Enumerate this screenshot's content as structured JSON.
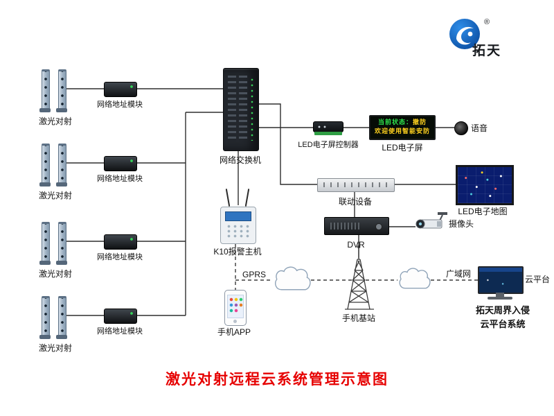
{
  "logo": {
    "brand": "拓天",
    "reg": "®"
  },
  "title": "激光对射远程云系统管理示意图",
  "colors": {
    "title_red": "#e60000",
    "logo_blue": "#1668c7",
    "led_green": "#2fe44d",
    "led_yellow": "#ffd21f",
    "map_blue": "#0a1d6e"
  },
  "laser_pairs": [
    {
      "label": "激光对射"
    },
    {
      "label": "激光对射"
    },
    {
      "label": "激光对射"
    },
    {
      "label": "激光对射"
    }
  ],
  "modules": [
    {
      "label": "网络地址模块"
    },
    {
      "label": "网络地址模块"
    },
    {
      "label": "网络地址模块"
    },
    {
      "label": "网络地址模块"
    }
  ],
  "switch": {
    "label": "网络交换机"
  },
  "led_controller": {
    "label": "LED电子屏控制器"
  },
  "led_screen": {
    "label": "LED电子屏",
    "display_line1_prefix": "当前状态：",
    "display_line1_status": "撤防",
    "display_line2": "欢迎使用智能安防"
  },
  "voice": {
    "label": "语音"
  },
  "linkage": {
    "label": "联动设备"
  },
  "led_map": {
    "label": "LED电子地图"
  },
  "dvr": {
    "label": "DVR"
  },
  "camera": {
    "label": "摄像头"
  },
  "k10": {
    "label": "K10报警主机"
  },
  "gprs_label": "GPRS",
  "phone": {
    "label": "手机APP"
  },
  "base_station": {
    "label": "手机基站"
  },
  "wan_label": "广域网",
  "cloud_platform": {
    "label": "云平台",
    "line1": "拓天周界入侵",
    "line2": "云平台系统"
  }
}
